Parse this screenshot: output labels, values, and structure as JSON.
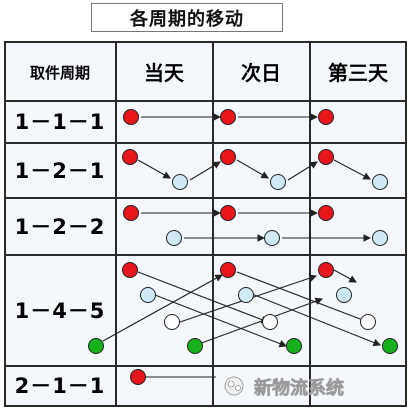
{
  "title": "各周期的移动",
  "header": {
    "row_label": "取件周期",
    "columns": [
      "当天",
      "次日",
      "第三天"
    ]
  },
  "rows": [
    {
      "label": "1－1－1"
    },
    {
      "label": "1－2－1"
    },
    {
      "label": "1－2－2"
    },
    {
      "label": "1－4－5"
    },
    {
      "label": "2－1－1"
    }
  ],
  "watermark": "新物流系统",
  "colors": {
    "border": "#2a2a2a",
    "grid_fill": "#f4f7fc",
    "red": "#e8161b",
    "blue": "#cfe9f7",
    "white": "#ffffff",
    "green": "#16b21d",
    "arrow": "#222222"
  }
}
